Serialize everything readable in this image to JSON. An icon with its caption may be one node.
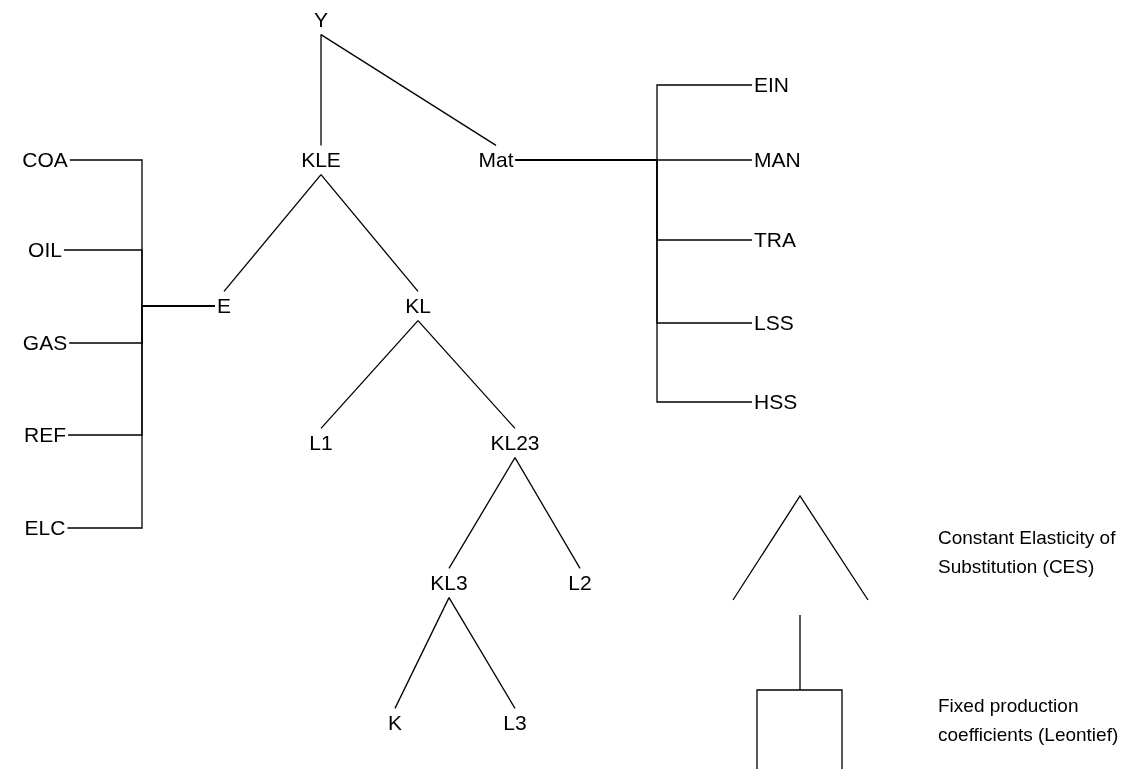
{
  "diagram": {
    "nodes": [
      {
        "text": [
          "Y"
        ]
      },
      {
        "text": [
          "KLE"
        ]
      },
      {
        "text": [
          "Mat"
        ]
      },
      {
        "text": [
          "E"
        ]
      },
      {
        "text": [
          "KL"
        ]
      },
      {
        "text": [
          "L1"
        ]
      },
      {
        "text": [
          "KL23"
        ]
      },
      {
        "text": [
          "KL3"
        ]
      },
      {
        "text": [
          "L2"
        ]
      },
      {
        "text": [
          "K"
        ]
      },
      {
        "text": [
          "L3"
        ]
      },
      {
        "text": [
          "COA"
        ]
      },
      {
        "text": [
          "OIL"
        ]
      },
      {
        "text": [
          "GAS"
        ]
      },
      {
        "text": [
          "REF"
        ]
      },
      {
        "text": [
          "ELC"
        ]
      },
      {
        "text": [
          "EIN"
        ]
      },
      {
        "text": [
          "MAN"
        ]
      },
      {
        "text": [
          "TRA"
        ]
      },
      {
        "text": [
          "LSS"
        ]
      },
      {
        "text": [
          "HSS"
        ]
      }
    ],
    "edges": [
      {
        "from": 0,
        "to": 1,
        "arrow": "none"
      },
      {
        "from": 0,
        "to": 2,
        "arrow": "none"
      },
      {
        "from": 1,
        "to": 3,
        "arrow": "none"
      },
      {
        "from": 1,
        "to": 4,
        "arrow": "none"
      },
      {
        "from": 4,
        "to": 5,
        "arrow": "none"
      },
      {
        "from": 4,
        "to": 6,
        "arrow": "none"
      },
      {
        "from": 6,
        "to": 7,
        "arrow": "none"
      },
      {
        "from": 6,
        "to": 8,
        "arrow": "none"
      },
      {
        "from": 7,
        "to": 9,
        "arrow": "none"
      },
      {
        "from": 7,
        "to": 10,
        "arrow": "none"
      },
      {
        "from": 11,
        "to": 3,
        "arrow": "none"
      },
      {
        "from": 12,
        "to": 3,
        "arrow": "none"
      },
      {
        "from": 13,
        "to": 3,
        "arrow": "none"
      },
      {
        "from": 14,
        "to": 3,
        "arrow": "none"
      },
      {
        "from": 15,
        "to": 3,
        "arrow": "none"
      },
      {
        "from": 2,
        "to": 16,
        "arrow": "none"
      },
      {
        "from": 2,
        "to": 17,
        "arrow": "none"
      },
      {
        "from": 2,
        "to": 18,
        "arrow": "none"
      },
      {
        "from": 2,
        "to": 19,
        "arrow": "none"
      },
      {
        "from": 2,
        "to": 20,
        "arrow": "none"
      }
    ],
    "legend": [
      {
        "text": "Constant Elasticity of Substitution (CES)"
      },
      {
        "text": "Fixed production coefficients (Leontief)"
      }
    ]
  }
}
